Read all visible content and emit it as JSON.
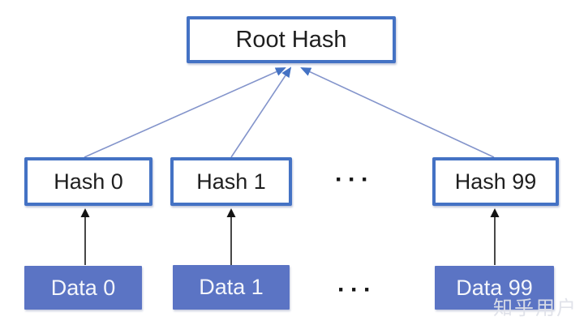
{
  "nodes": {
    "root": {
      "label": "Root Hash"
    },
    "hash_0": {
      "label": "Hash 0"
    },
    "hash_1": {
      "label": "Hash 1"
    },
    "hash_99": {
      "label": "Hash 99"
    },
    "data_0": {
      "label": "Data 0"
    },
    "data_1": {
      "label": "Data 1"
    },
    "data_99": {
      "label": "Data 99"
    }
  },
  "ellipsis": {
    "hash_row": "···",
    "data_row": "···"
  },
  "edges": [
    {
      "from": "hash_0",
      "to": "root",
      "style": "thin-blue-arrow"
    },
    {
      "from": "hash_1",
      "to": "root",
      "style": "thin-blue-arrow"
    },
    {
      "from": "hash_99",
      "to": "root",
      "style": "thin-blue-arrow"
    },
    {
      "from": "data_0",
      "to": "hash_0",
      "style": "black-arrow"
    },
    {
      "from": "data_1",
      "to": "hash_1",
      "style": "black-arrow"
    },
    {
      "from": "data_99",
      "to": "hash_99",
      "style": "black-arrow"
    }
  ],
  "colors": {
    "box_border": "#4472C4",
    "data_fill": "#5B74C4",
    "blue_edge_line": "#8394CB",
    "blue_arrowhead": "#4472C4",
    "black_edge": "#1a1a1a",
    "label_dark": "#1f1f1f",
    "label_light": "#ffffff"
  },
  "watermark": "知乎用户"
}
